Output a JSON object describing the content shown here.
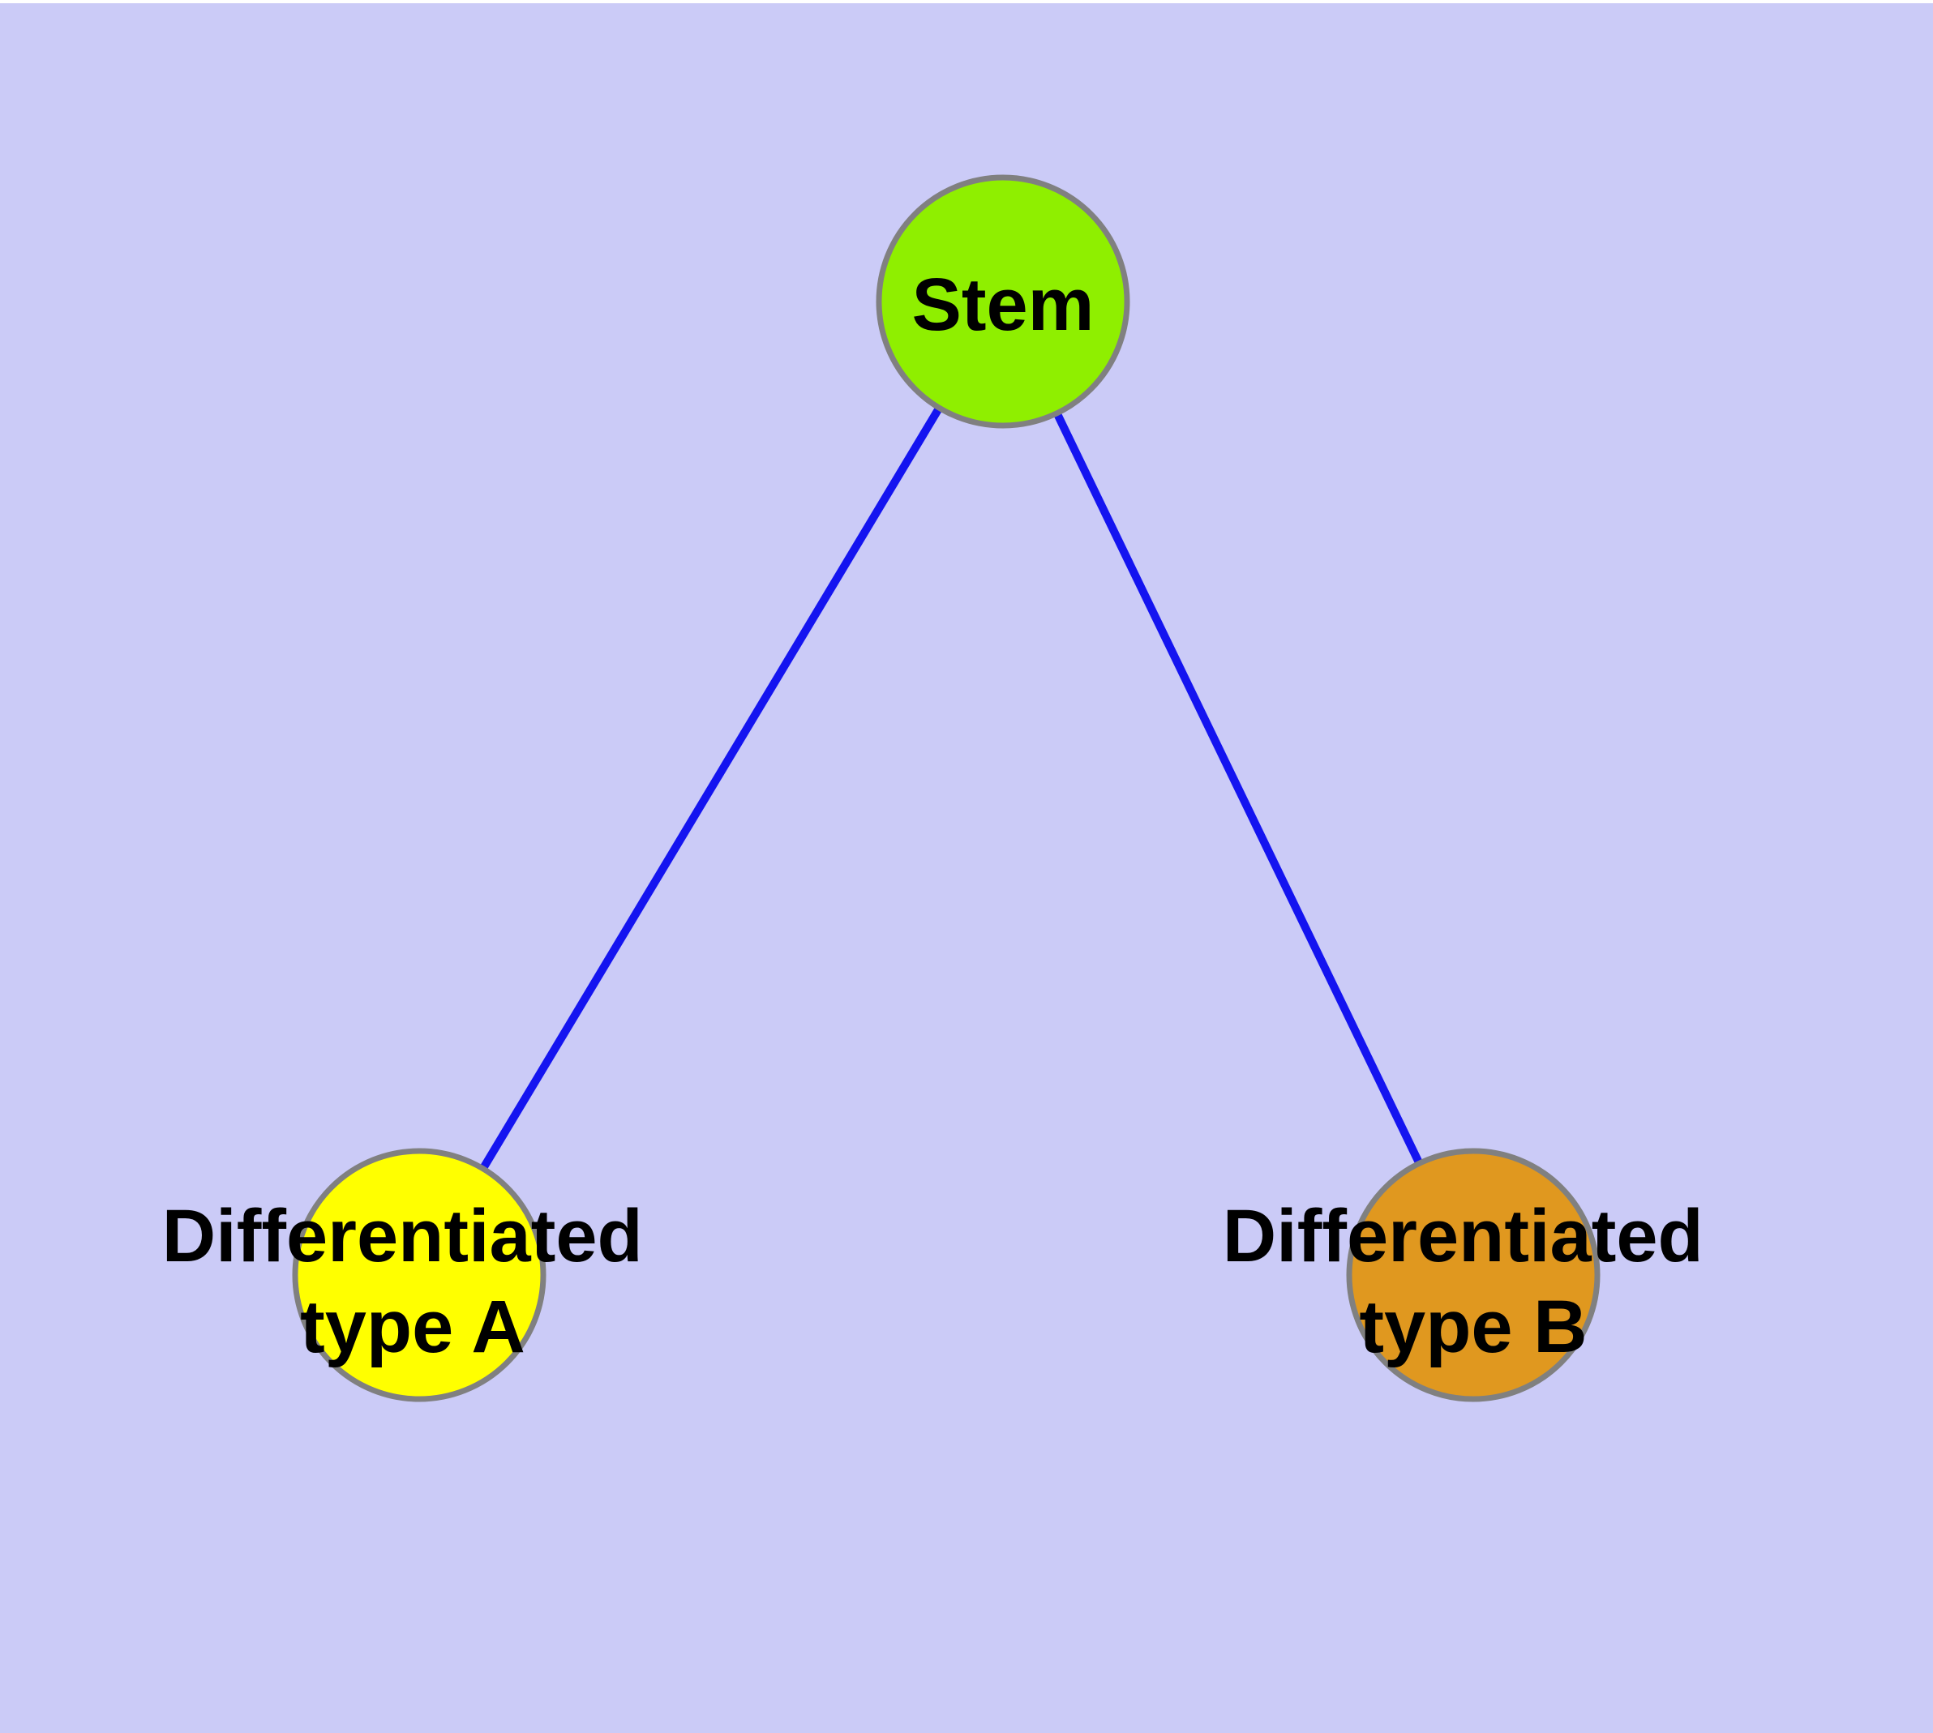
{
  "diagram": {
    "description": "Stem cell differentiation tree: one stem node with two differentiated child nodes",
    "style": {
      "background_color": "#CBCBF7",
      "edge_color": "#1414F0",
      "node_border_color": "#808080",
      "label_color": "#000000"
    },
    "nodes": {
      "stem": {
        "label": "Stem",
        "fill": "#8FEF00"
      },
      "type_a": {
        "label": "Differentiated type A",
        "label_line1": "Differentiated",
        "label_line2": "type A",
        "fill": "#FFFF00"
      },
      "type_b": {
        "label": "Differentiated type B",
        "label_line1": "Differentiated",
        "label_line2": "type B",
        "fill": "#E0981F"
      }
    },
    "edges": [
      {
        "from": "Stem",
        "to": "Differentiated type A"
      },
      {
        "from": "Stem",
        "to": "Differentiated type B"
      }
    ]
  }
}
